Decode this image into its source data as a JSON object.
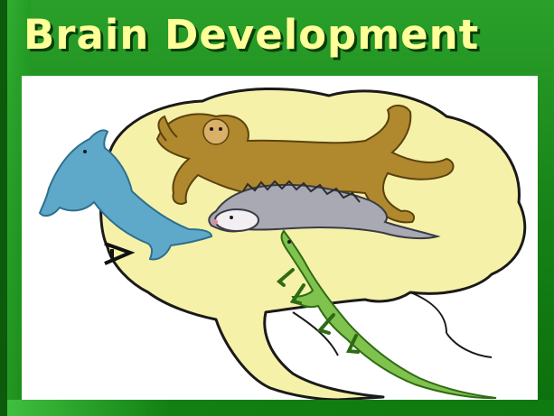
{
  "slide": {
    "title": "Brain Development",
    "background_color": "#1e8a1e",
    "title_color": "#ffff99"
  },
  "illustration": {
    "depicts": [
      "brain-outline",
      "dolphin",
      "monkey",
      "opossum",
      "alligator",
      "eye"
    ],
    "colors": {
      "brain": "#f6f1a9",
      "dolphin": "#5ea9c9",
      "monkey": "#b0882d",
      "opossum": "#a9a9b4",
      "alligator": "#7fc24d"
    }
  }
}
